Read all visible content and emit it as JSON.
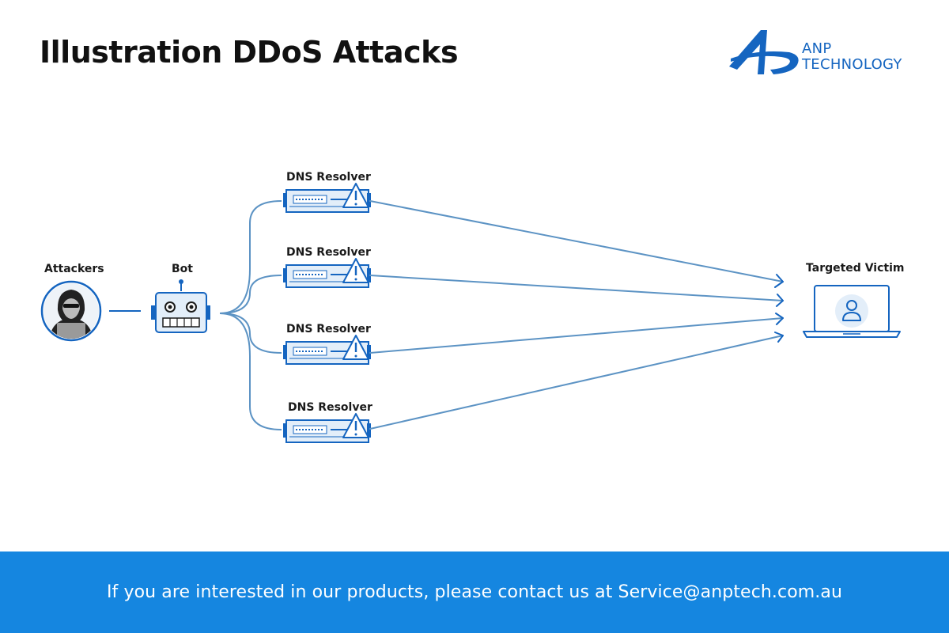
{
  "header": {
    "title": "Illustration DDoS Attacks"
  },
  "logo": {
    "line1": "ANP",
    "line2": "TECHNOLOGY"
  },
  "diagram": {
    "attackers_label": "Attackers",
    "bot_label": "Bot",
    "resolvers": [
      {
        "label": "DNS Resolver"
      },
      {
        "label": "DNS Resolver"
      },
      {
        "label": "DNS Resolver"
      },
      {
        "label": "DNS Resolver"
      }
    ],
    "victim_label": "Targeted Victim"
  },
  "footer": {
    "text": "If you are interested in our products, please contact us at Service@anptech.com.au"
  },
  "colors": {
    "brand": "#1565c0",
    "footer": "#1586e0",
    "line": "#5c93c4"
  }
}
